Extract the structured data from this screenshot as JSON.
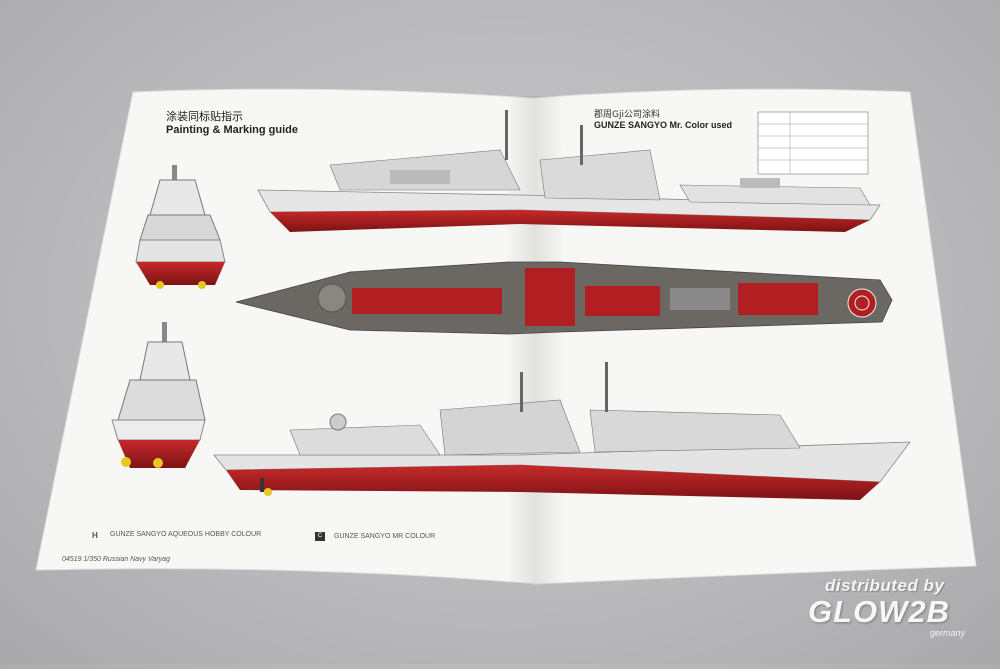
{
  "sheet": {
    "title_cn": "涂装同标贴指示",
    "title_en": "Painting & Marking guide",
    "paint_cn": "郡周Gji公司涂料",
    "paint_en": "GUNZE SANGYO Mr. Color used",
    "legend_aqueous_mark": "H",
    "legend_aqueous": "GUNZE SANGYO AQUEOUS HOBBY COLOUR",
    "legend_mr_mark": "C",
    "legend_mr": "GUNZE SANGYO MR COLOUR",
    "caption": "04519 1/350 Russian Navy Varyag"
  },
  "watermark": {
    "top": "distributed by",
    "main": "GLOW2B",
    "sub": "germany"
  },
  "colors": {
    "background": "#bdbdbf",
    "paper": "#f7f7f5",
    "hull_red": "#b11f22",
    "hull_grey": "#d7d7d7",
    "deck_grey": "#6b6863"
  }
}
